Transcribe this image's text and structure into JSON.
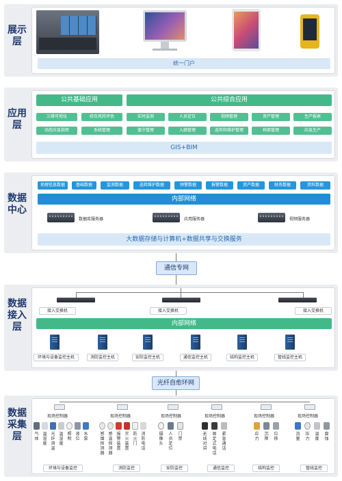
{
  "layers": {
    "display": "展示层",
    "application": "应用层",
    "data_center": "数据中心",
    "access": "数据接入层",
    "collection": "数据采集层"
  },
  "display": {
    "portal": "统一门户",
    "devices": [
      "video-wall",
      "desktop-monitor",
      "tablet",
      "rugged-handheld"
    ]
  },
  "application": {
    "basic_title": "公共基础应用",
    "comprehensive_title": "公共综合应用",
    "basic_items": [
      "三维可视化",
      "综合风险评估",
      "动态应急指挥",
      "系统管理"
    ],
    "comprehensive_items": [
      "实时监测",
      "人员定位",
      "视频管理",
      "资产管理",
      "生产报表",
      "值守管理",
      "入廊管理",
      "巡检和维护管理",
      "档案管理",
      "应急生产"
    ],
    "gis_bar": "GIS+BIM"
  },
  "data_center": {
    "chips": [
      "地理信息数据",
      "基础数据",
      "监测数据",
      "巡检维护数据",
      "预警数据",
      "报警数据",
      "资产数据",
      "财务数据",
      "资料数据"
    ],
    "network": "内部网络",
    "servers": [
      "数据库服务器",
      "应用服务器",
      "视频服务器"
    ],
    "bigdata": "大数据存储与计算机+数据共享与交换服务"
  },
  "comm": "通信专网",
  "access": {
    "switches": [
      "接入交换机",
      "接入交换机",
      "接入交换机"
    ],
    "network": "内部网络",
    "hosts": [
      "环境与设备监控主机",
      "消防监控主机",
      "安防监控主机",
      "通信监控主机",
      "结构监控主机",
      "管线监控主机"
    ]
  },
  "ring": "光纤自愈环网",
  "collection": {
    "controllers": [
      "现场控制器",
      "现场控制器",
      "现场控制器",
      "现场控制器",
      "现场控制器",
      "现场控制器"
    ],
    "groups": [
      {
        "label": "环境与设备监控",
        "sensors": [
          "气体",
          "温湿度",
          "光纤测温",
          "温湿度",
          "照明",
          "液位",
          "水泵"
        ]
      },
      {
        "label": "消防监控",
        "sensors": [
          "感烟探测器",
          "感温探测器",
          "报警装置",
          "灭火装置",
          "防火门",
          "消防电话"
        ]
      },
      {
        "label": "安防监控",
        "sensors": [
          "摄像头",
          "人员定位",
          "门禁"
        ]
      },
      {
        "label": "通信监控",
        "sensors": [
          "无线对讲",
          "固定式电话",
          "紧急通话"
        ]
      },
      {
        "label": "结构监控",
        "sensors": [
          "应力",
          "沉降",
          "位移"
        ]
      },
      {
        "label": "管线监控",
        "sensors": [
          "流量",
          "压力",
          "温度",
          "腐蚀"
        ]
      }
    ]
  },
  "colors": {
    "green": "#43b98a",
    "blue": "#1e8fd6",
    "light_blue": "#d9e8f7",
    "label": "#1f3a6d"
  }
}
